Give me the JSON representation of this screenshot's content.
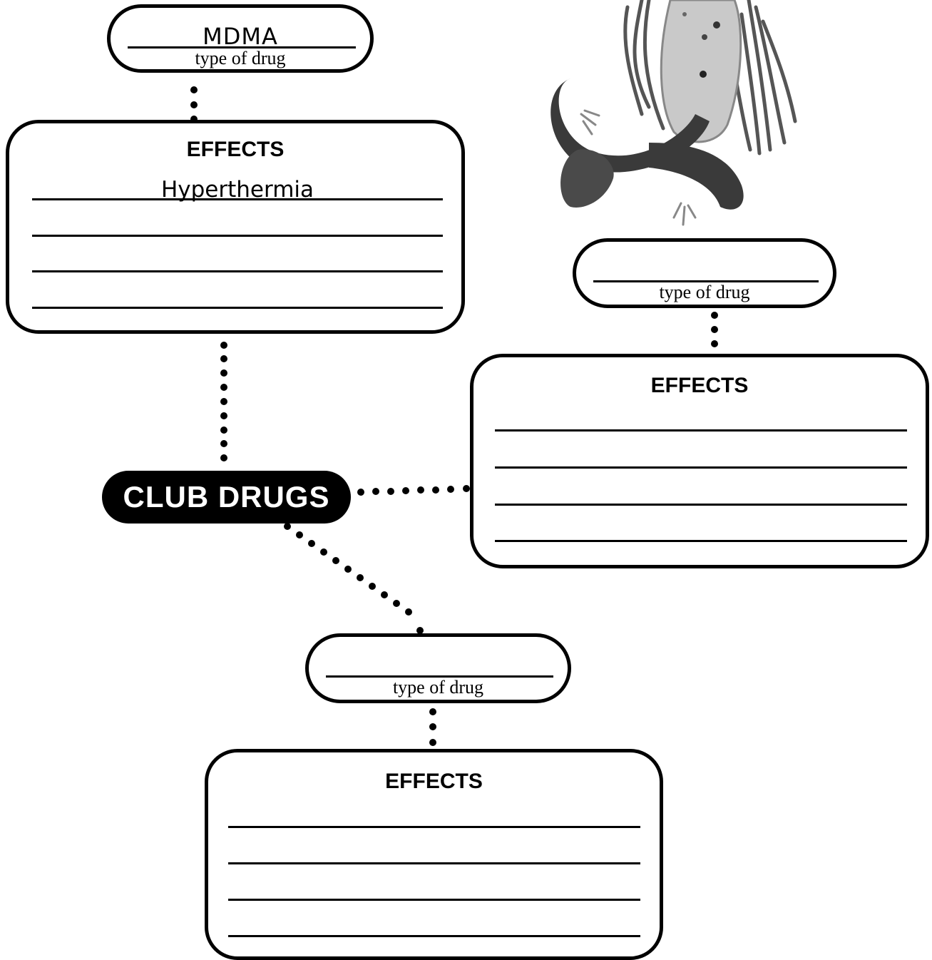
{
  "center": {
    "label": "CLUB DRUGS"
  },
  "branches": [
    {
      "drug": {
        "value": "MDMA",
        "caption": "type of drug"
      },
      "effects": {
        "heading": "EFFECTS",
        "entries": [
          "Hyperthermia",
          "",
          "",
          ""
        ]
      }
    },
    {
      "drug": {
        "value": "",
        "caption": "type of drug"
      },
      "effects": {
        "heading": "EFFECTS",
        "entries": [
          "",
          "",
          "",
          ""
        ]
      }
    },
    {
      "drug": {
        "value": "",
        "caption": "type of drug"
      },
      "effects": {
        "heading": "EFFECTS",
        "entries": [
          "",
          "",
          "",
          ""
        ]
      }
    }
  ],
  "illustration": {
    "icon": "monster-illustration-icon"
  }
}
